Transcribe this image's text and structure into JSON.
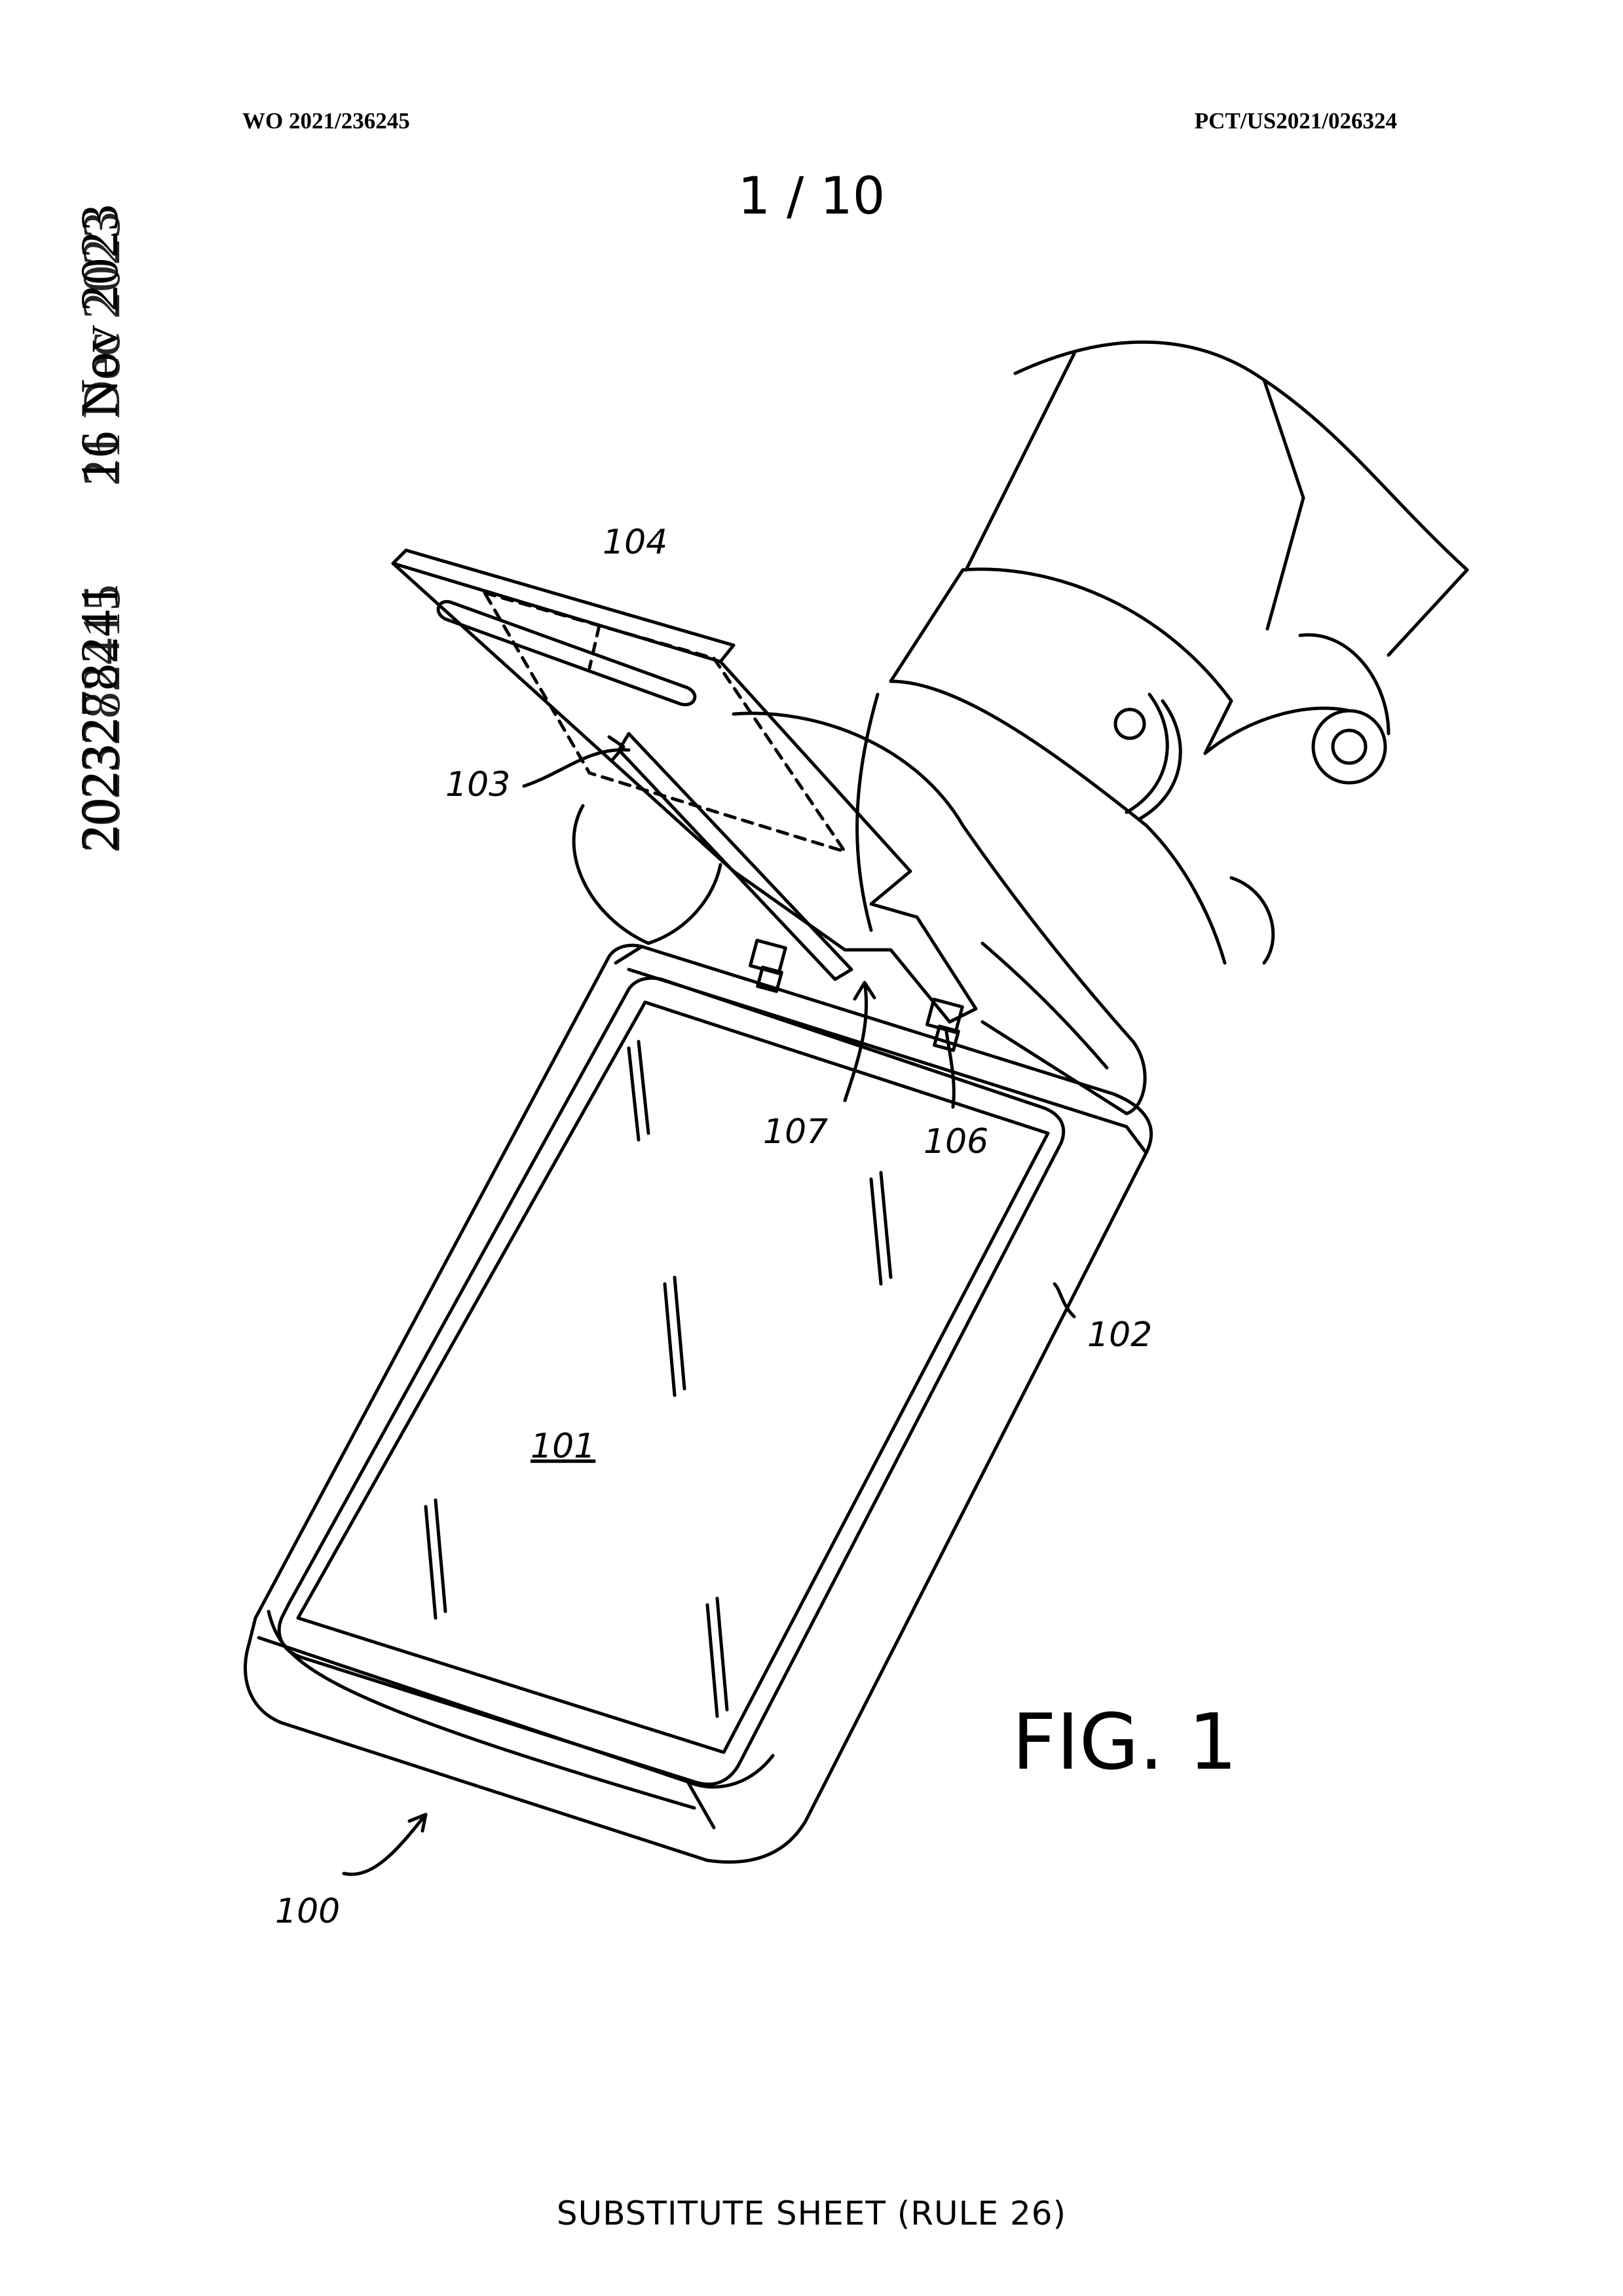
{
  "header": {
    "pub_number": "WO 2021/236245",
    "app_number": "PCT/US2021/026324"
  },
  "sheet": "1 / 10",
  "side_stamp": {
    "date_a": "16 Nov 2023",
    "date_b": "21 Dec 2023",
    "number_a": "2023278241",
    "number_b": "2023282415"
  },
  "figure": {
    "label": "FIG. 1",
    "refs": {
      "r100": "100",
      "r101": "101",
      "r102": "102",
      "r103": "103",
      "r104": "104",
      "r106": "106",
      "r107": "107"
    }
  },
  "footer": "SUBSTITUTE SHEET (RULE 26)"
}
